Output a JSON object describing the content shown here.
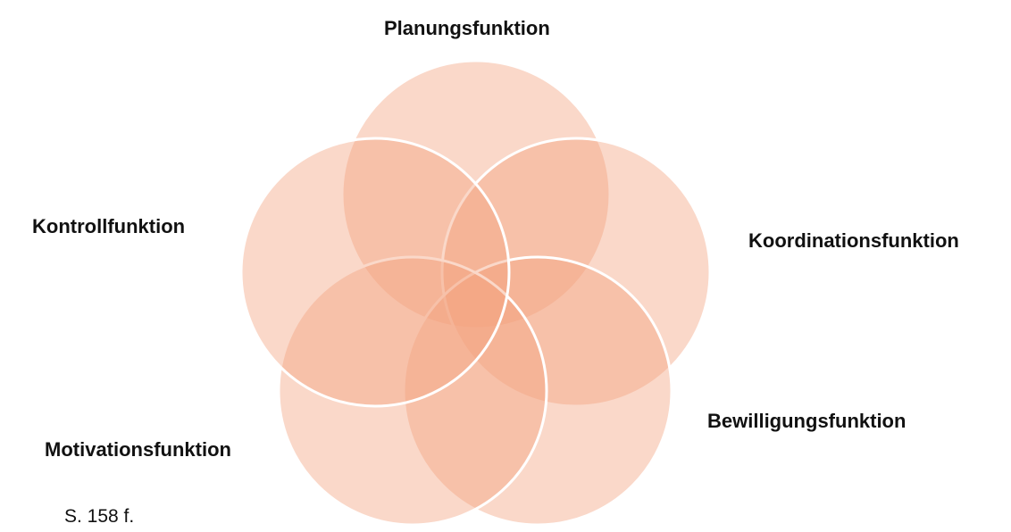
{
  "diagram": {
    "type": "venn",
    "circle_color": "#F4A27F",
    "circle_stroke": "#ffffff",
    "sets": [
      {
        "label": "Planungsfunktion"
      },
      {
        "label": "Koordinationsfunktion"
      },
      {
        "label": "Bewilligungsfunktion"
      },
      {
        "label": "Motivationsfunktion"
      },
      {
        "label": "Kontrollfunktion"
      }
    ]
  },
  "caption": "S. 158 f."
}
